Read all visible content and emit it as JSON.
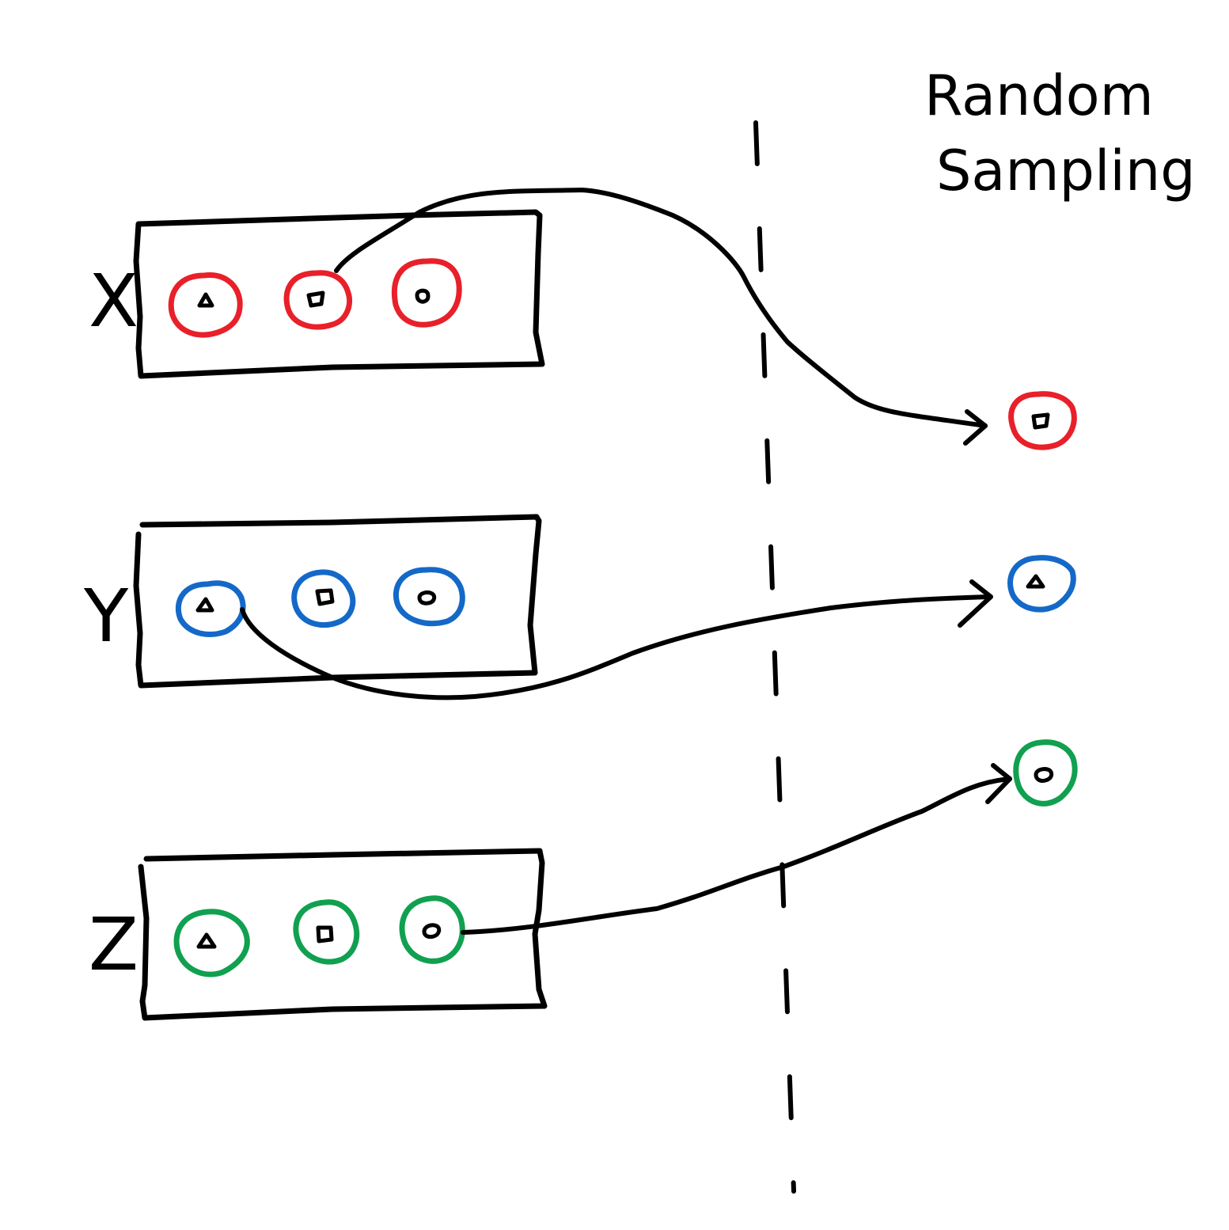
{
  "title": {
    "line1": "Random",
    "line2": "Sampling"
  },
  "colors": {
    "ink": "#000000",
    "red": "#e8202a",
    "blue": "#1469c8",
    "green": "#10a050"
  },
  "rows": [
    {
      "label": "X",
      "color_key": "red",
      "items": [
        "triangle",
        "square",
        "circle"
      ]
    },
    {
      "label": "Y",
      "color_key": "blue",
      "items": [
        "triangle",
        "square",
        "circle"
      ]
    },
    {
      "label": "Z",
      "color_key": "green",
      "items": [
        "triangle",
        "square",
        "circle"
      ]
    }
  ],
  "samples": [
    {
      "from_row": "X",
      "symbol": "square",
      "color_key": "red"
    },
    {
      "from_row": "Y",
      "symbol": "triangle",
      "color_key": "blue"
    },
    {
      "from_row": "Z",
      "symbol": "circle",
      "color_key": "green"
    }
  ]
}
